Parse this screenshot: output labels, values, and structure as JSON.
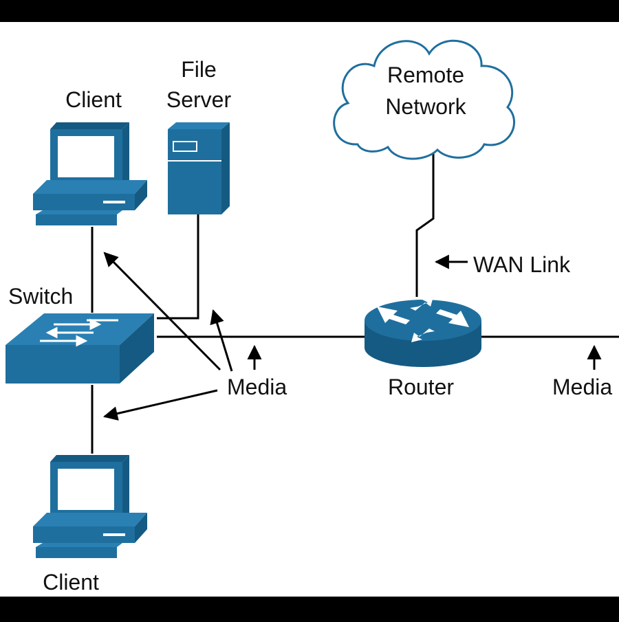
{
  "colors": {
    "frame": "#000000",
    "canvas": "#ffffff",
    "device_face": "#1f6f9e",
    "device_dark": "#155a82",
    "line": "#000000",
    "cloud_stroke": "#1f6f9e"
  },
  "labels": {
    "client_top": "Client",
    "file_server_line1": "File",
    "file_server_line2": "Server",
    "remote_network_line1": "Remote",
    "remote_network_line2": "Network",
    "wan_link": "WAN Link",
    "switch": "Switch",
    "router": "Router",
    "media_center": "Media",
    "media_right": "Media",
    "client_bottom": "Client"
  },
  "icons": {
    "client_top": "desktop-computer-icon",
    "file_server": "server-tower-icon",
    "remote_network": "cloud-icon",
    "switch": "network-switch-icon",
    "router": "router-icon",
    "client_bottom": "desktop-computer-icon"
  }
}
